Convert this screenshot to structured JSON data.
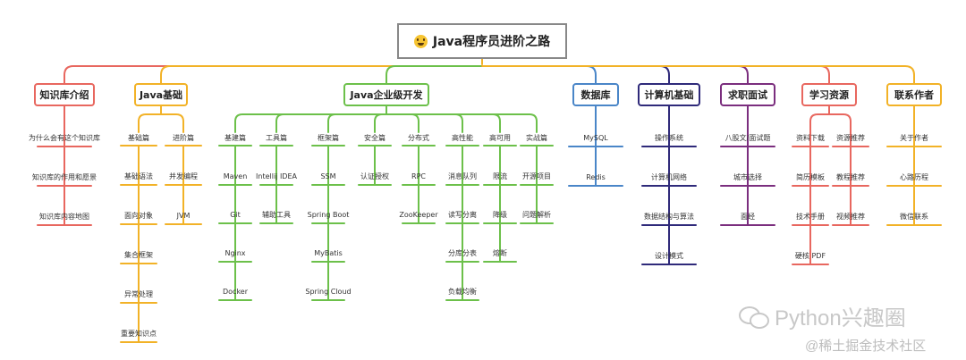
{
  "title": "Java程序员进阶之路",
  "watermark_primary": "Python兴趣圈",
  "watermark_secondary": "@稀土掘金技术社区",
  "categories": [
    {
      "name": "知识库介绍",
      "color": "#e8675f",
      "groups": [
        {
          "label": null,
          "items": [
            "为什么会有这个知识库",
            "知识库的作用和愿景",
            "知识库内容地图"
          ]
        }
      ]
    },
    {
      "name": "Java基础",
      "color": "#f2b227",
      "groups": [
        {
          "label": "基础篇",
          "items": [
            "基础语法",
            "面向对象",
            "集合框架",
            "异常处理",
            "重要知识点"
          ]
        },
        {
          "label": "进阶篇",
          "items": [
            "并发编程",
            "JVM"
          ]
        }
      ]
    },
    {
      "name": "Java企业级开发",
      "color": "#6cc04a",
      "groups": [
        {
          "label": "基建篇",
          "items": [
            "Maven",
            "Git",
            "Nginx",
            "Docker"
          ]
        },
        {
          "label": "工具篇",
          "items": [
            "Intellij IDEA",
            "辅助工具"
          ]
        },
        {
          "label": "框架篇",
          "items": [
            "SSM",
            "Spring Boot",
            "MyBatis",
            "Spring Cloud"
          ]
        },
        {
          "label": "安全篇",
          "items": [
            "认证授权"
          ]
        },
        {
          "label": "分布式",
          "items": [
            "RPC",
            "ZooKeeper"
          ]
        },
        {
          "label": "高性能",
          "items": [
            "消息队列",
            "读写分离",
            "分库分表",
            "负载均衡"
          ]
        },
        {
          "label": "高可用",
          "items": [
            "限流",
            "降级",
            "熔断"
          ]
        },
        {
          "label": "实战篇",
          "items": [
            "开源项目",
            "问题解析"
          ]
        }
      ]
    },
    {
      "name": "数据库",
      "color": "#4a86c8",
      "groups": [
        {
          "label": null,
          "items": [
            "MySQL",
            "Redis"
          ]
        }
      ]
    },
    {
      "name": "计算机基础",
      "color": "#2f2a7a",
      "groups": [
        {
          "label": null,
          "items": [
            "操作系统",
            "计算机网络",
            "数据结构与算法",
            "设计模式"
          ]
        }
      ]
    },
    {
      "name": "求职面试",
      "color": "#7b2e7e",
      "groups": [
        {
          "label": null,
          "items": [
            "八股文/面试题",
            "城市选择",
            "面经"
          ]
        }
      ]
    },
    {
      "name": "学习资源",
      "color": "#e8675f",
      "groups": [
        {
          "label": null,
          "items": [
            "资料下载",
            "简历模板",
            "技术手册",
            "硬核 PDF"
          ]
        },
        {
          "label": null,
          "items": [
            "资源推荐",
            "教程推荐",
            "视频推荐"
          ]
        }
      ]
    },
    {
      "name": "联系作者",
      "color": "#f2b227",
      "groups": [
        {
          "label": null,
          "items": [
            "关于作者",
            "心路历程",
            "微信联系"
          ]
        }
      ]
    }
  ]
}
